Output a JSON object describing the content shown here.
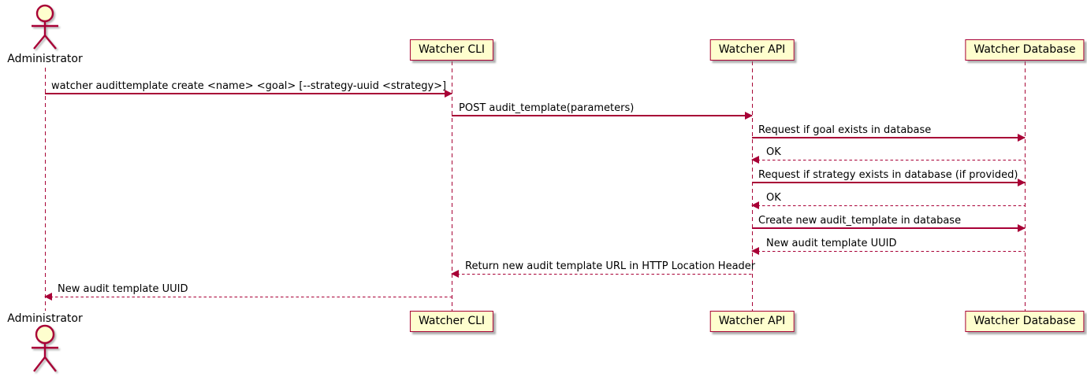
{
  "diagram": {
    "type": "sequence-diagram",
    "colors": {
      "participant_fill": "#FEFECE",
      "stroke": "#A80036",
      "text": "#000000",
      "background": "#FFFFFF"
    },
    "participants": [
      {
        "id": "administrator",
        "kind": "actor",
        "label": "Administrator"
      },
      {
        "id": "watcher-cli",
        "kind": "participant",
        "label": "Watcher CLI"
      },
      {
        "id": "watcher-api",
        "kind": "participant",
        "label": "Watcher API"
      },
      {
        "id": "watcher-database",
        "kind": "participant",
        "label": "Watcher Database"
      }
    ],
    "messages": [
      {
        "from": "Administrator",
        "to": "Watcher CLI",
        "line": "solid",
        "text": "watcher audittemplate create <name> <goal> [--strategy-uuid <strategy>]"
      },
      {
        "from": "Watcher CLI",
        "to": "Watcher API",
        "line": "solid",
        "text": "POST audit_template(parameters)"
      },
      {
        "from": "Watcher API",
        "to": "Watcher Database",
        "line": "solid",
        "text": "Request if goal exists in database"
      },
      {
        "from": "Watcher Database",
        "to": "Watcher API",
        "line": "dashed",
        "text": "OK"
      },
      {
        "from": "Watcher API",
        "to": "Watcher Database",
        "line": "solid",
        "text": "Request if strategy exists in database (if provided)"
      },
      {
        "from": "Watcher Database",
        "to": "Watcher API",
        "line": "dashed",
        "text": "OK"
      },
      {
        "from": "Watcher API",
        "to": "Watcher Database",
        "line": "solid",
        "text": "Create new audit_template in database"
      },
      {
        "from": "Watcher Database",
        "to": "Watcher API",
        "line": "dashed",
        "text": "New audit template UUID"
      },
      {
        "from": "Watcher API",
        "to": "Watcher CLI",
        "line": "dashed",
        "text": "Return new audit template URL in HTTP Location Header"
      },
      {
        "from": "Watcher CLI",
        "to": "Administrator",
        "line": "dashed",
        "text": "New audit template UUID"
      }
    ]
  }
}
